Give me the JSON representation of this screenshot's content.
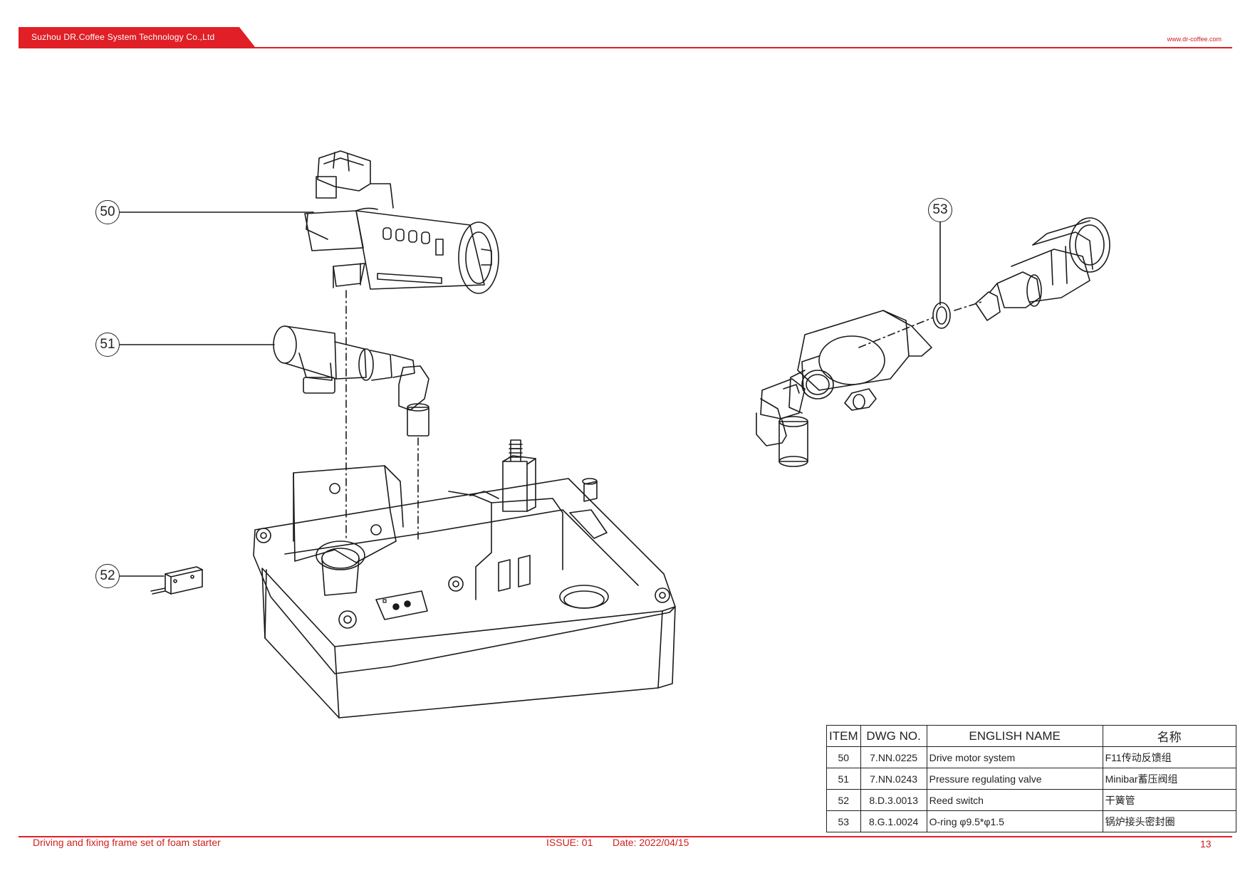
{
  "header": {
    "company": "Suzhou DR.Coffee System Technology Co.,Ltd",
    "website": "www.dr-coffee.com",
    "accent_color": "#e01f26"
  },
  "callouts": [
    "50",
    "51",
    "52",
    "53"
  ],
  "bom": {
    "headers": [
      "ITEM",
      "DWG NO.",
      "ENGLISH NAME",
      "名称"
    ],
    "rows": [
      {
        "item": "50",
        "dwg": "7.NN.0225",
        "english": "Drive motor system",
        "chinese": "F11传动反馈组"
      },
      {
        "item": "51",
        "dwg": "7.NN.0243",
        "english": "Pressure regulating valve",
        "chinese": "Minibar蓄压阀组"
      },
      {
        "item": "52",
        "dwg": "8.D.3.0013",
        "english": "Reed switch",
        "chinese": "干簧管"
      },
      {
        "item": "53",
        "dwg": "8.G.1.0024",
        "english": "O-ring φ9.5*φ1.5",
        "chinese": "锅炉接头密封圈"
      }
    ]
  },
  "footer": {
    "title": "Driving and fixing frame set of foam starter",
    "issue": "ISSUE:  01",
    "date": "Date:  2022/04/15",
    "page": "13"
  }
}
